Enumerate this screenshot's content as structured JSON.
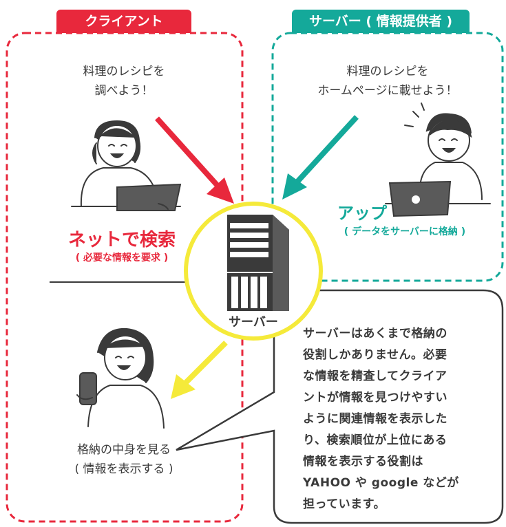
{
  "client": {
    "tag": "クライアント",
    "thought_line1": "料理のレシピを",
    "thought_line2": "調べよう！",
    "action_title": "ネットで検索",
    "action_sub": "( 必要な情報を要求 )",
    "result_line1": "格納の中身を見る",
    "result_line2": "( 情報を表示する )"
  },
  "server_side": {
    "tag": "サーバー ( 情報提供者 )",
    "thought_line1": "料理のレシピを",
    "thought_line2": "ホームページに載せよう！",
    "action_title": "アップ",
    "action_sub": "( データをサーバーに格納 )"
  },
  "server": {
    "label": "サーバー"
  },
  "bubble": {
    "text": "サーバーはあくまで格納の\n役割しかありません。必要\nな情報を精査してクライア\nントが情報を見つけやすい\nように関連情報を表示した\nり、検索順位が上位にある\n情報を表示する役割は\nYAHOO や google などが\n担っています。"
  },
  "colors": {
    "client": "#e8283c",
    "server": "#14a99a",
    "highlight": "#f5ea3a",
    "ink": "#3a3a3a"
  }
}
